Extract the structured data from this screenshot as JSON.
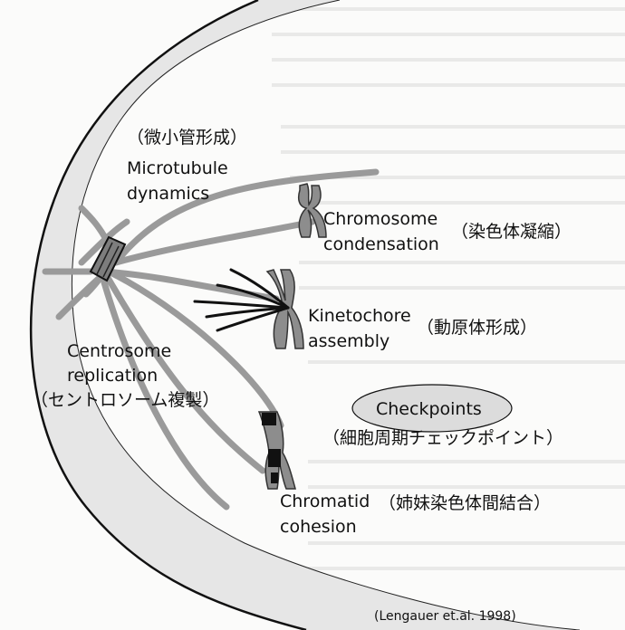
{
  "labels": {
    "mt_jp": "（微小管形成）",
    "mt_en1": "Microtubule",
    "mt_en2": "dynamics",
    "chromo_en1": "Chromosome",
    "chromo_en2": "condensation",
    "chromo_jp": "（染色体凝縮）",
    "kin_en1": "Kinetochore",
    "kin_en2": "assembly",
    "kin_jp": "（動原体形成）",
    "cen_en1": "Centrosome",
    "cen_en2": "replication",
    "cen_jp": "（セントロソーム複製）",
    "check_en": "Checkpoints",
    "check_jp": "（細胞周期チェックポイント）",
    "coh_en1": "Chromatid",
    "coh_en2": "cohesion",
    "coh_jp": "（姉妹染色体間結合）",
    "citation": "(Lengauer et.al. 1998)"
  },
  "colors": {
    "cell_fill": "#e6e6e6",
    "spindle": "#9a9a9a",
    "chromosome": "#8d8d8d",
    "band": "#111111"
  }
}
